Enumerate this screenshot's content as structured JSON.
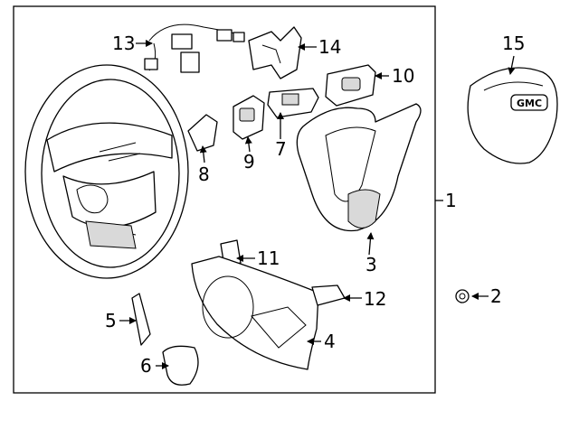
{
  "diagram": {
    "callouts": {
      "c1": "1",
      "c2": "2",
      "c3": "3",
      "c4": "4",
      "c5": "5",
      "c6": "6",
      "c7": "7",
      "c8": "8",
      "c9": "9",
      "c10": "10",
      "c11": "11",
      "c12": "12",
      "c13": "13",
      "c14": "14",
      "c15": "15"
    },
    "airbag_emblem": "GMC"
  }
}
